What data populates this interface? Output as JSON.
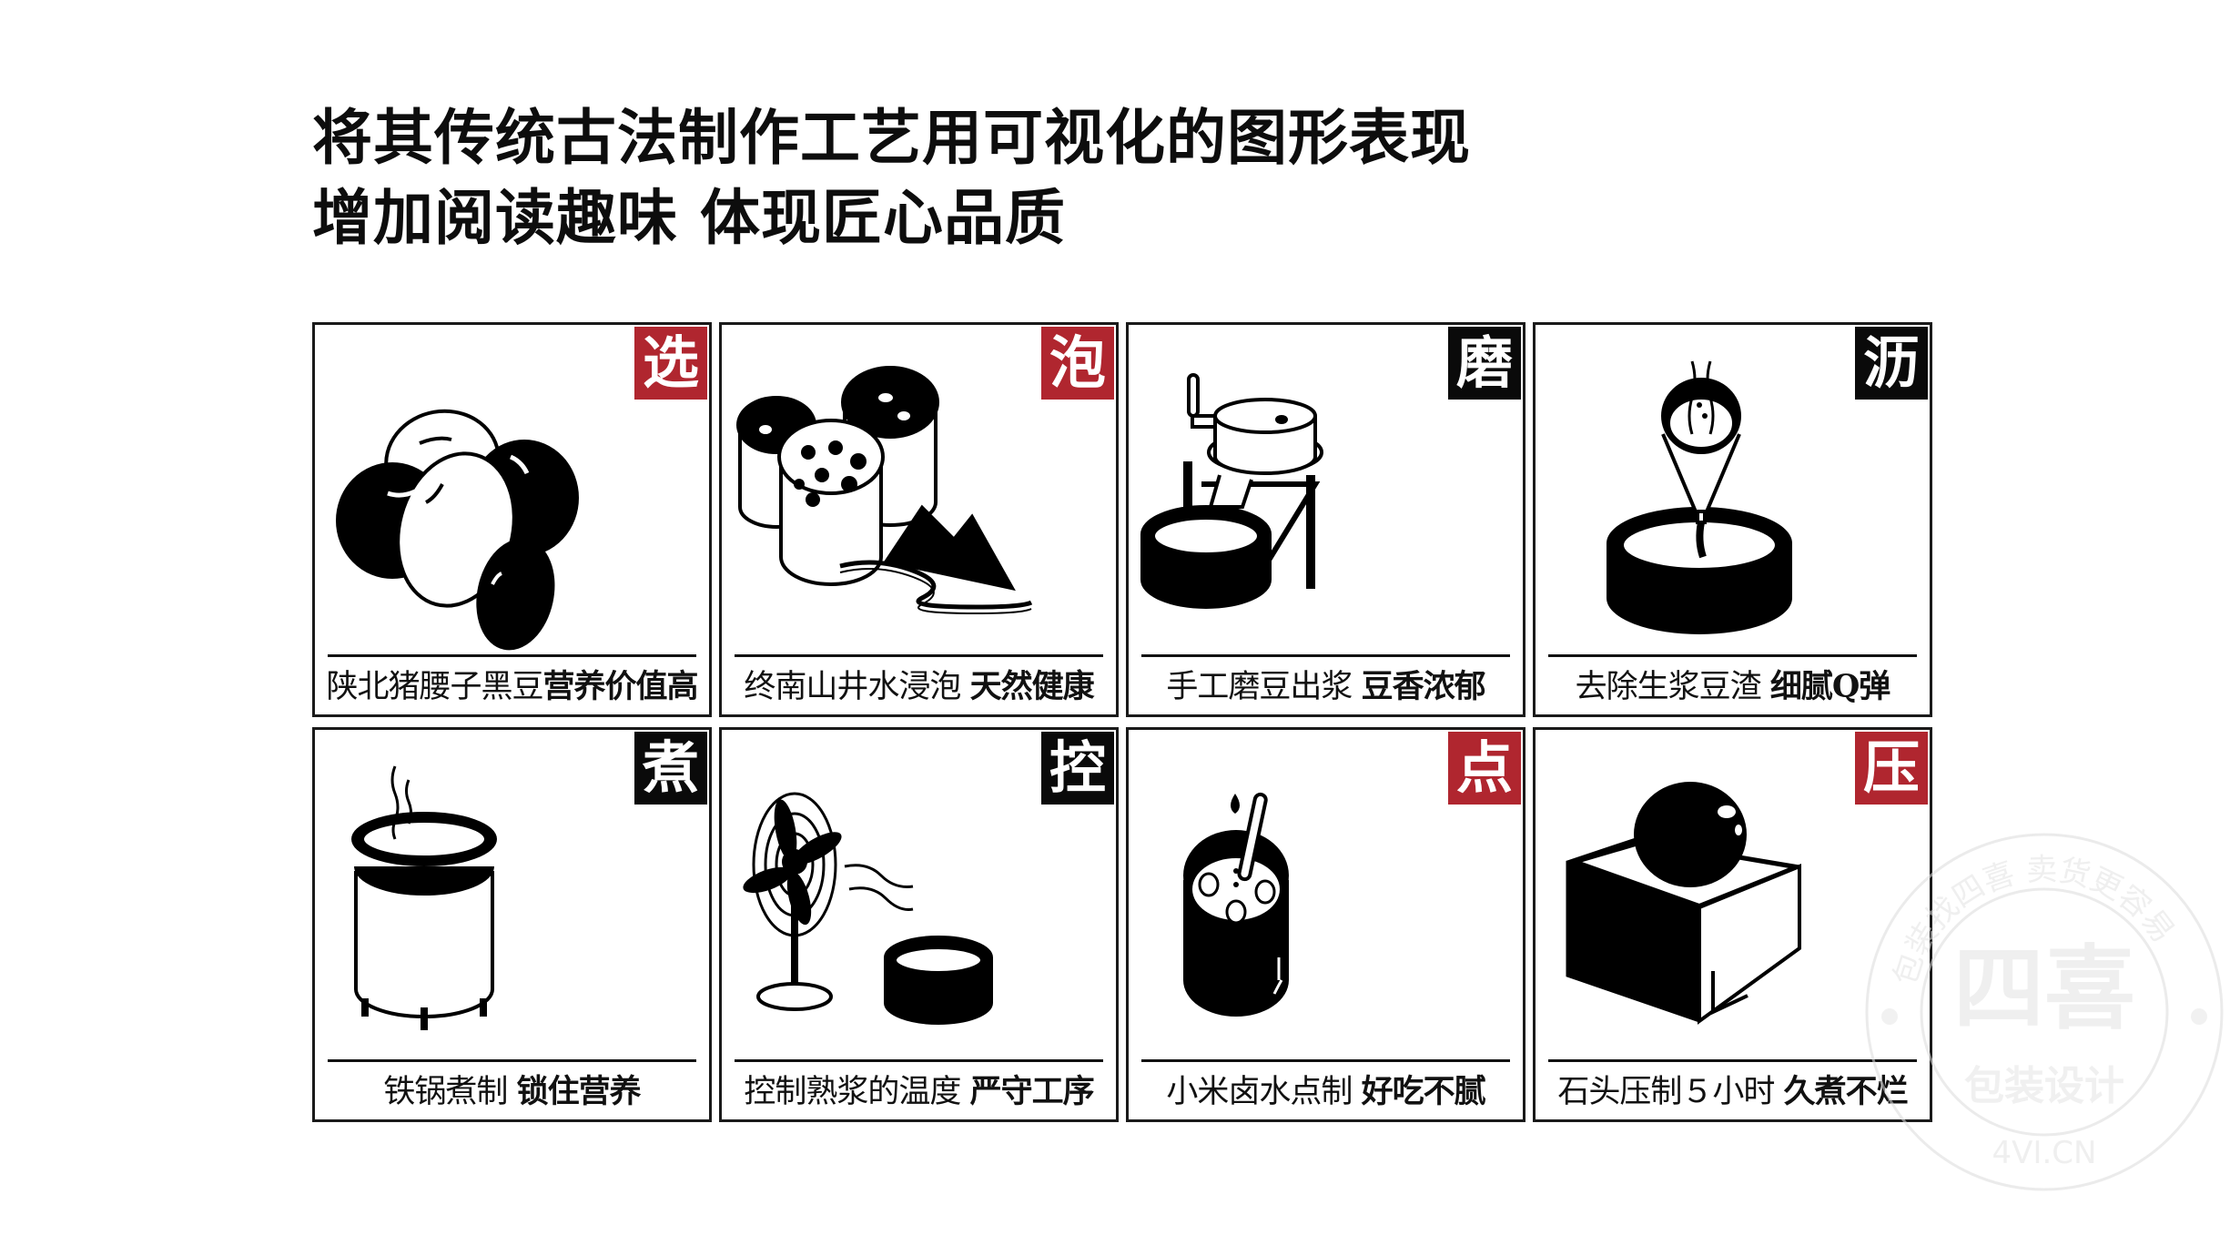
{
  "heading": {
    "line1": "将其传统古法制作工艺用可视化的图形表现",
    "line2": "增加阅读趣味 体现匠心品质"
  },
  "colors": {
    "accent_red": "#b0262f",
    "badge_black": "#0a0a0a",
    "ink": "#111111"
  },
  "steps": [
    {
      "badge": "选",
      "badge_color": "red",
      "icon": "beans-icon",
      "caption_plain": "陕北猪腰子黑豆",
      "caption_bold": "营养价值高"
    },
    {
      "badge": "泡",
      "badge_color": "red",
      "icon": "soaking-buckets-icon",
      "caption_plain": "终南山井水浸泡 ",
      "caption_bold": "天然健康"
    },
    {
      "badge": "磨",
      "badge_color": "black",
      "icon": "stone-mill-icon",
      "caption_plain": "手工磨豆出浆  ",
      "caption_bold": "豆香浓郁"
    },
    {
      "badge": "沥",
      "badge_color": "black",
      "icon": "funnel-strain-icon",
      "caption_plain": "去除生浆豆渣 ",
      "caption_bold": "细腻Q弹"
    },
    {
      "badge": "煮",
      "badge_color": "black",
      "icon": "steaming-pot-icon",
      "caption_plain": "铁锅煮制  ",
      "caption_bold": "锁住营养"
    },
    {
      "badge": "控",
      "badge_color": "black",
      "icon": "fan-cooling-icon",
      "caption_plain": "控制熟浆的温度 ",
      "caption_bold": "严守工序"
    },
    {
      "badge": "点",
      "badge_color": "red",
      "icon": "brine-drop-icon",
      "caption_plain": "小米卤水点制 ",
      "caption_bold": "好吃不腻"
    },
    {
      "badge": "压",
      "badge_color": "red",
      "icon": "stone-press-icon",
      "caption_plain": "石头压制５小时 ",
      "caption_bold": "久煮不烂"
    }
  ],
  "watermark": {
    "ring_text": "包装找四喜 卖货更容易",
    "logo_text": "四喜",
    "sub_text": "包装设计",
    "url_text": "4VI.CN"
  }
}
